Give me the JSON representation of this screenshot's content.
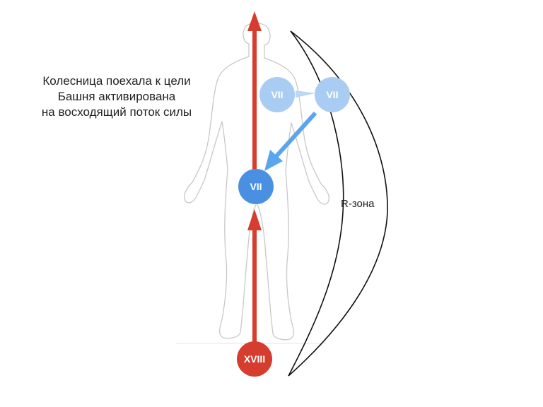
{
  "caption": {
    "line1": "Колесница поехала к цели",
    "line2": "Башня  активирована",
    "line3": "на восходящий  поток силы"
  },
  "zone_label": "R-зона",
  "nodes": {
    "vii_faded_left": {
      "label": "VII",
      "color": "#a9cdf2"
    },
    "vii_faded_right": {
      "label": "VII",
      "color": "#a9cdf2"
    },
    "vii_center": {
      "label": "VII",
      "color": "#4a90e2"
    },
    "xviii_bottom": {
      "label": "XVIII",
      "color": "#d63d2e"
    }
  },
  "colors": {
    "ascending_flow": "#d63d2e",
    "descent_arrow": "#5aa5ee",
    "faded_arrow": "#b9d8f5",
    "figure_outline": "#c8c8c8",
    "zone_outline": "#111111"
  }
}
